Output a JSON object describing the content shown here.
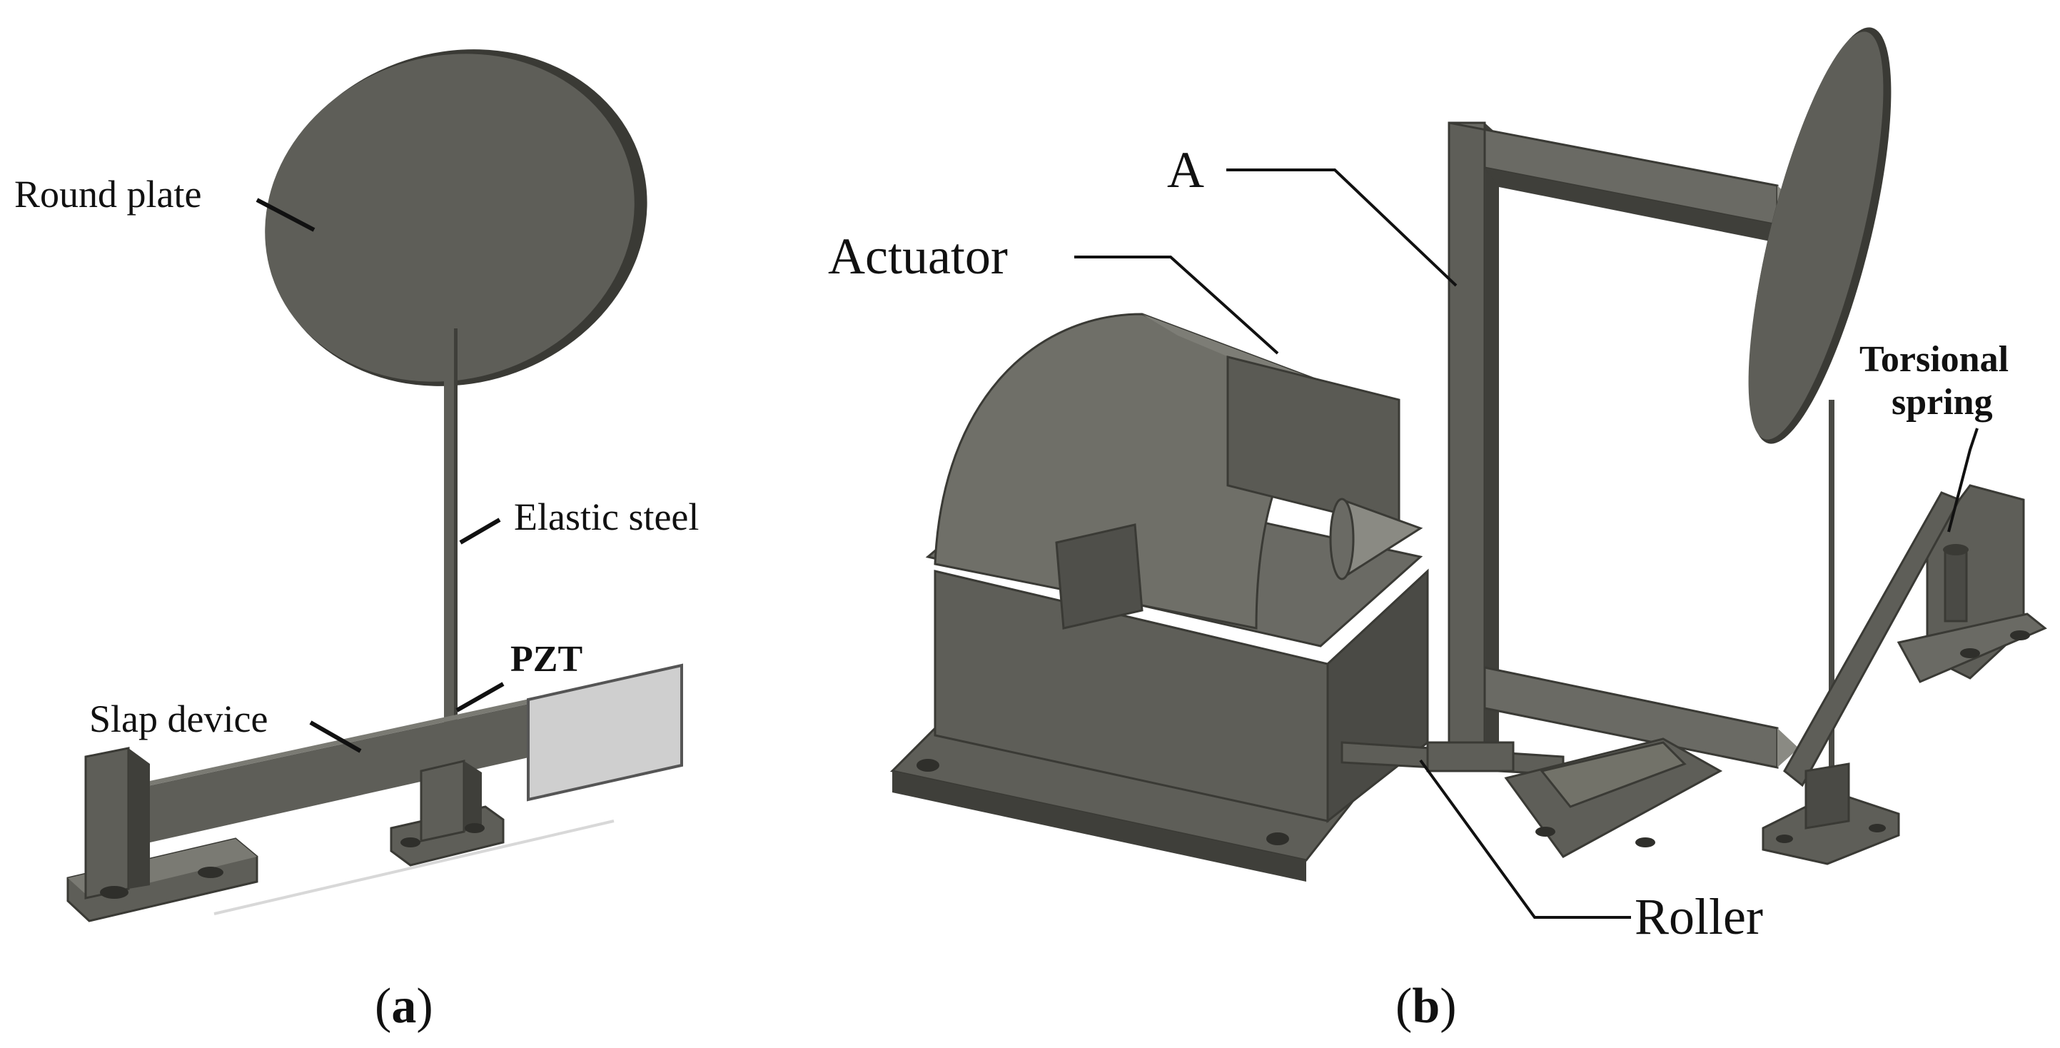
{
  "panel_a": {
    "labels": {
      "round_plate": "Round plate",
      "elastic_steel": "Elastic steel",
      "pzt": "PZT",
      "slap_device": "Slap device"
    },
    "caption_letter": "a"
  },
  "panel_b": {
    "labels": {
      "a": "A",
      "actuator": "Actuator",
      "torsional": "Torsional",
      "spring": "spring",
      "roller": "Roller"
    },
    "caption_letter": "b"
  },
  "colors": {
    "metal": "#5e5e58",
    "metal_dark": "#3f3f3a",
    "metal_light": "#7a7a73",
    "pzt": "#cfcfcf"
  }
}
